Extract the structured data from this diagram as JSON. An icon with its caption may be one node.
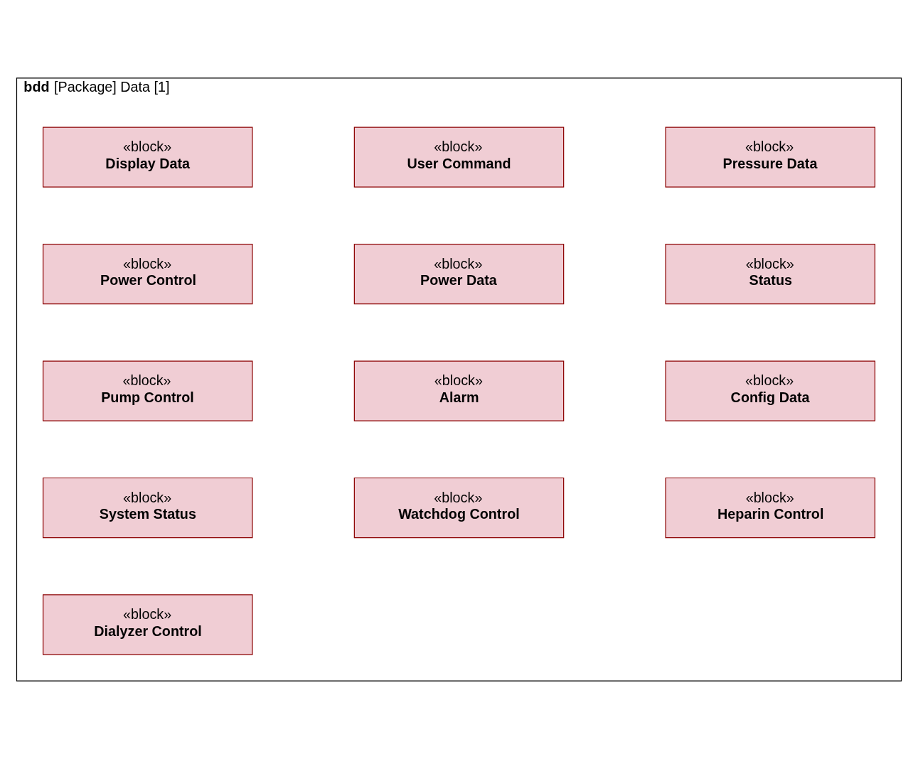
{
  "diagram": {
    "nodes": [
      {
        "text": [
          "**bdd** [Package] Data [1]"
        ]
      },
      {
        "text": [
          "«block»",
          "Display Data"
        ],
        "in": 0
      },
      {
        "text": [
          "«block»",
          "User Command"
        ],
        "in": 0
      },
      {
        "text": [
          "«block»",
          "Pressure Data"
        ],
        "in": 0
      },
      {
        "text": [
          "«block»",
          "Power Control"
        ],
        "in": 0
      },
      {
        "text": [
          "«block»",
          "Power Data"
        ],
        "in": 0
      },
      {
        "text": [
          "«block»",
          "Status"
        ],
        "in": 0
      },
      {
        "text": [
          "«block»",
          "Pump Control"
        ],
        "in": 0
      },
      {
        "text": [
          "«block»",
          "Alarm"
        ],
        "in": 0
      },
      {
        "text": [
          "«block»",
          "Config Data"
        ],
        "in": 0
      },
      {
        "text": [
          "«block»",
          "System Status"
        ],
        "in": 0
      },
      {
        "text": [
          "«block»",
          "Watchdog Control"
        ],
        "in": 0
      },
      {
        "text": [
          "«block»",
          "Heparin Control"
        ],
        "in": 0
      },
      {
        "text": [
          "«block»",
          "Dialyzer Control"
        ],
        "in": 0
      }
    ],
    "edges": []
  }
}
